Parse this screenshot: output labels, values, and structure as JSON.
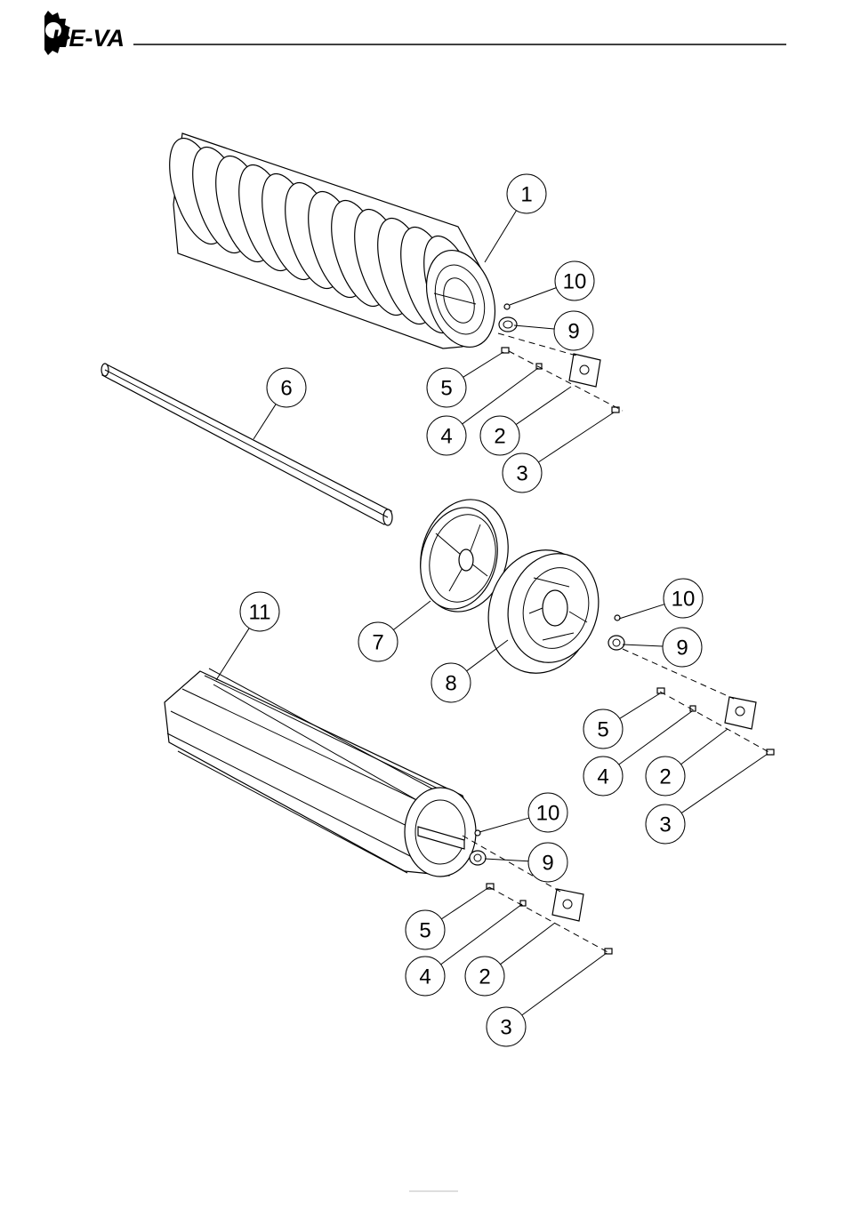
{
  "header": {
    "brand": "HE-VA"
  },
  "callouts": [
    {
      "label": "1"
    },
    {
      "label": "10"
    },
    {
      "label": "9"
    },
    {
      "label": "6"
    },
    {
      "label": "5"
    },
    {
      "label": "4"
    },
    {
      "label": "2"
    },
    {
      "label": "3"
    },
    {
      "label": "7"
    },
    {
      "label": "8"
    },
    {
      "label": "11"
    },
    {
      "label": "10"
    },
    {
      "label": "9"
    },
    {
      "label": "5"
    },
    {
      "label": "4"
    },
    {
      "label": "2"
    },
    {
      "label": "3"
    },
    {
      "label": "10"
    },
    {
      "label": "9"
    },
    {
      "label": "5"
    },
    {
      "label": "4"
    },
    {
      "label": "2"
    },
    {
      "label": "3"
    }
  ],
  "colors": {
    "line": "#000000",
    "paper": "#ffffff"
  }
}
